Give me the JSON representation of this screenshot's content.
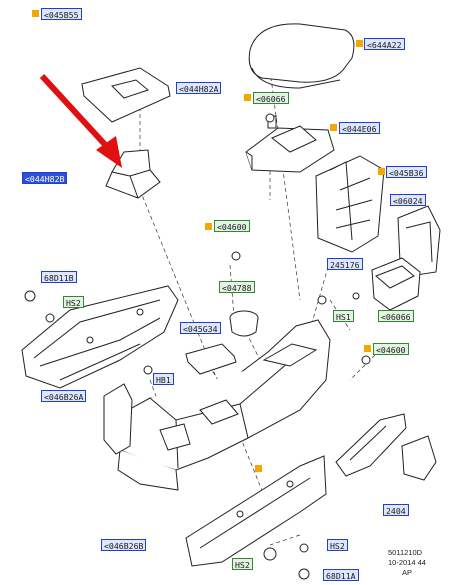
{
  "labels": {
    "top_left": "<045B55",
    "armrest_lid": "<644A22",
    "shift_bezel": "<044H82A",
    "part_06066_top": "<06066",
    "bracket_044E06": "<044E06",
    "shift_boot": "<044H82B",
    "bracket_045B36": "<045B36",
    "panel_06024": "<06024",
    "clip_04600_mid": "<04600",
    "clip_68D11B": "68D11B",
    "screw_hs2_left": "HS2",
    "part_245176": "245176",
    "cup_holder_04788": "<04788",
    "screw_hs1_right": "HS1",
    "part_06066_right": "<06066",
    "insert_045G34": "<045G34",
    "clip_04600_right": "<04600",
    "screw_hb1": "HB1",
    "side_panel_046B26A": "<046B26A",
    "trim_2404": "2404",
    "side_panel_046B26B": "<046B26B",
    "screw_hs2_bottom_right": "HS2",
    "screw_hs2_bottom_left": "HS2",
    "clip_68D11A": "68D11A"
  },
  "footer": {
    "code": "5011210D",
    "date": "10-2014 44",
    "suffix": "AP"
  },
  "colors": {
    "tag_border_blue": "#1f3fcf",
    "tag_border_green": "#2f8a2f",
    "marker_orange": "#f2a800",
    "arrow_red": "#e01010"
  }
}
